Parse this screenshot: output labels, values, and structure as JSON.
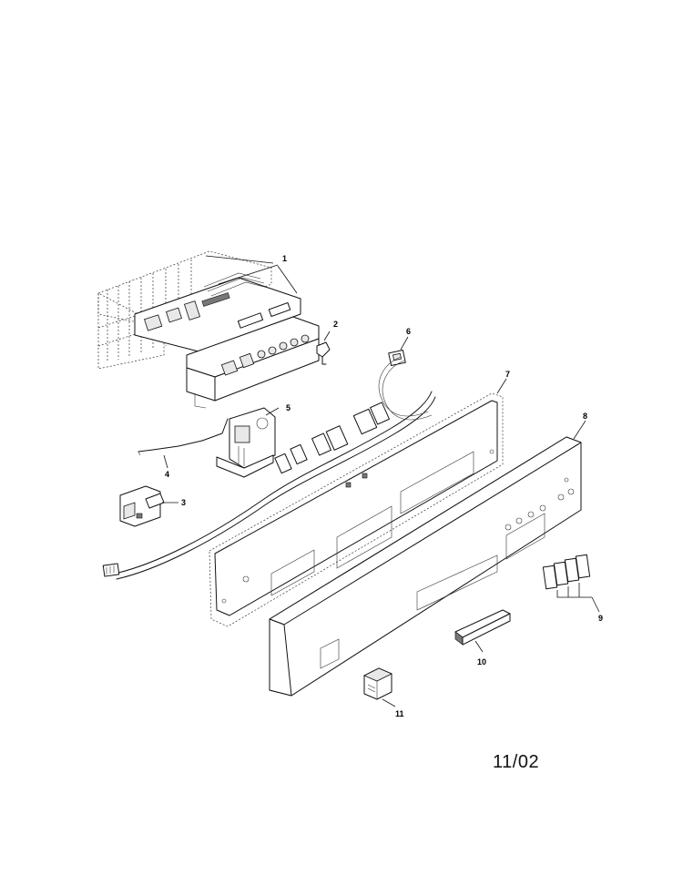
{
  "callouts": [
    "1",
    "2",
    "3",
    "4",
    "5",
    "6",
    "7",
    "8",
    "9",
    "10",
    "11"
  ],
  "date_stamp": "11/02"
}
